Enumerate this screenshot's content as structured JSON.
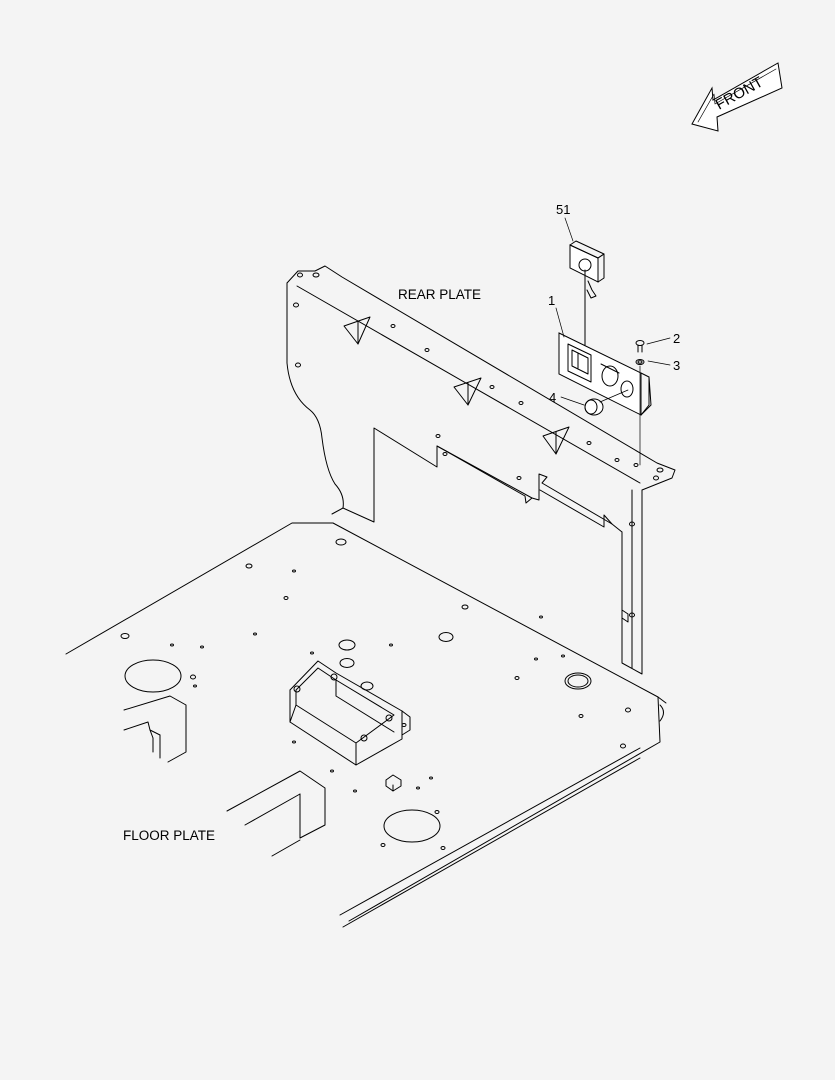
{
  "orientation": {
    "label": "FRONT"
  },
  "labels": {
    "rear_plate": "REAR PLATE",
    "floor_plate": "FLOOR PLATE"
  },
  "callouts": [
    {
      "id": "c51",
      "text": "51"
    },
    {
      "id": "c1",
      "text": "1"
    },
    {
      "id": "c2",
      "text": "2"
    },
    {
      "id": "c3",
      "text": "3"
    },
    {
      "id": "c4",
      "text": "4"
    }
  ],
  "colors": {
    "background": "#f4f4f4",
    "line": "#000000"
  }
}
